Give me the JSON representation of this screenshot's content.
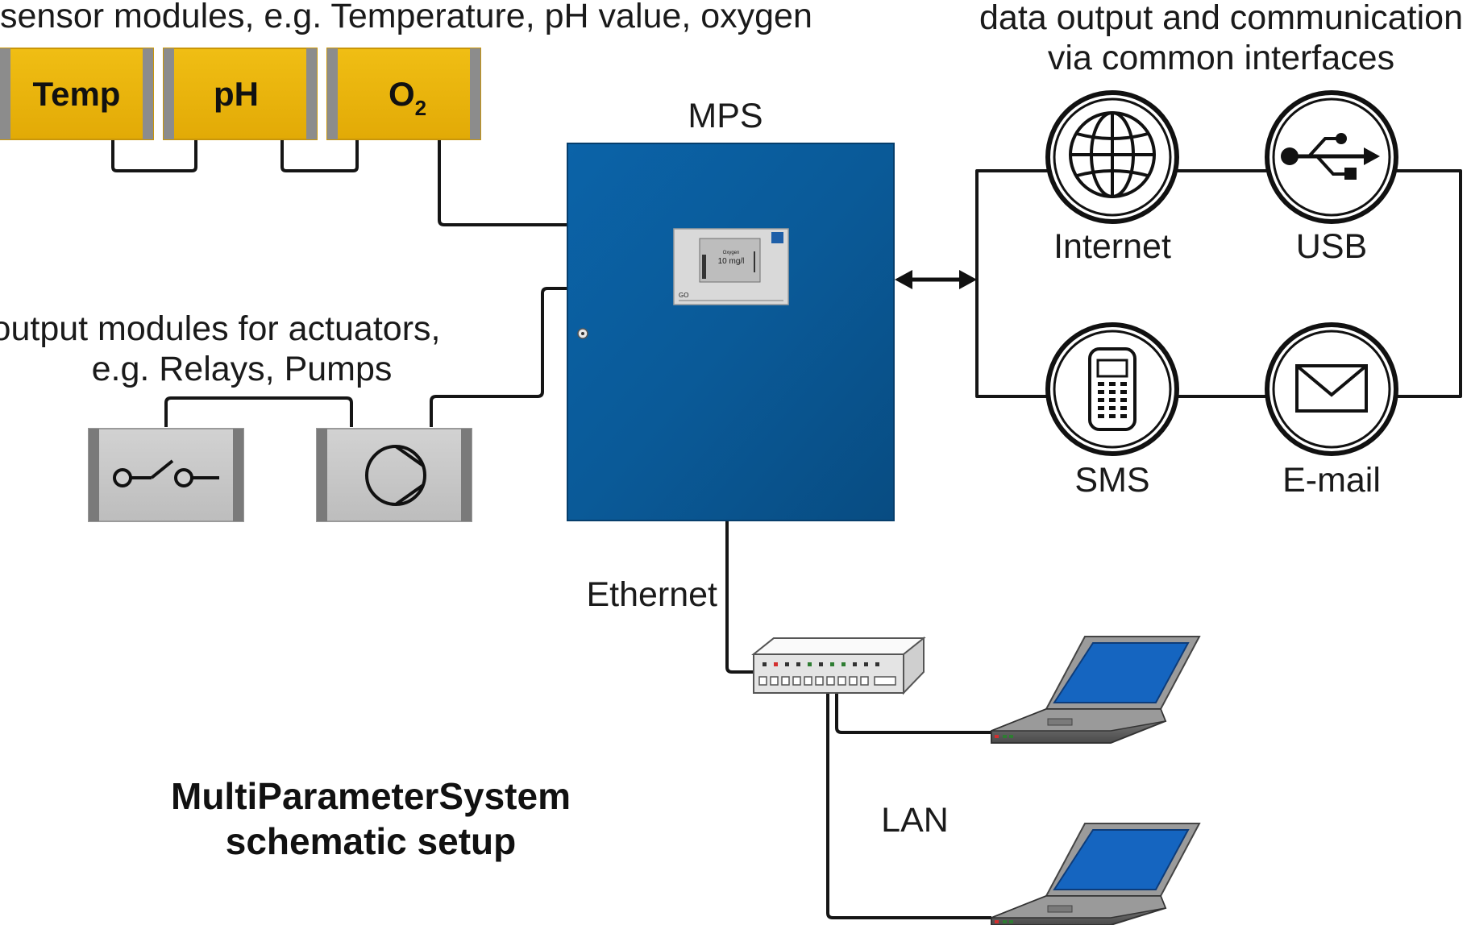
{
  "sensor": {
    "caption": "sensor modules, e.g. Temperature, pH value, oxygen",
    "temp": "Temp",
    "ph": "pH",
    "o2_main": "O",
    "o2_sub": "2"
  },
  "output": {
    "caption_line1": "output modules for actuators,",
    "caption_line2": "e.g. Relays, Pumps"
  },
  "mps": {
    "label": "MPS",
    "screen_header": "Oxygen",
    "screen_value": "10 mg/l",
    "screen_logo": "GO"
  },
  "comm": {
    "caption_line1": "data output and communication",
    "caption_line2": "via common interfaces",
    "internet": "Internet",
    "usb": "USB",
    "sms": "SMS",
    "email": "E-mail"
  },
  "network": {
    "ethernet": "Ethernet",
    "lan": "LAN"
  },
  "title": {
    "line1": "MultiParameterSystem",
    "line2": "schematic setup"
  },
  "colors": {
    "sensor_yellow": "#E8B40C",
    "cabinet_blue": "#0A5FA0",
    "module_grey": "#C9C9C9",
    "laptop_screen": "#1565C0"
  }
}
